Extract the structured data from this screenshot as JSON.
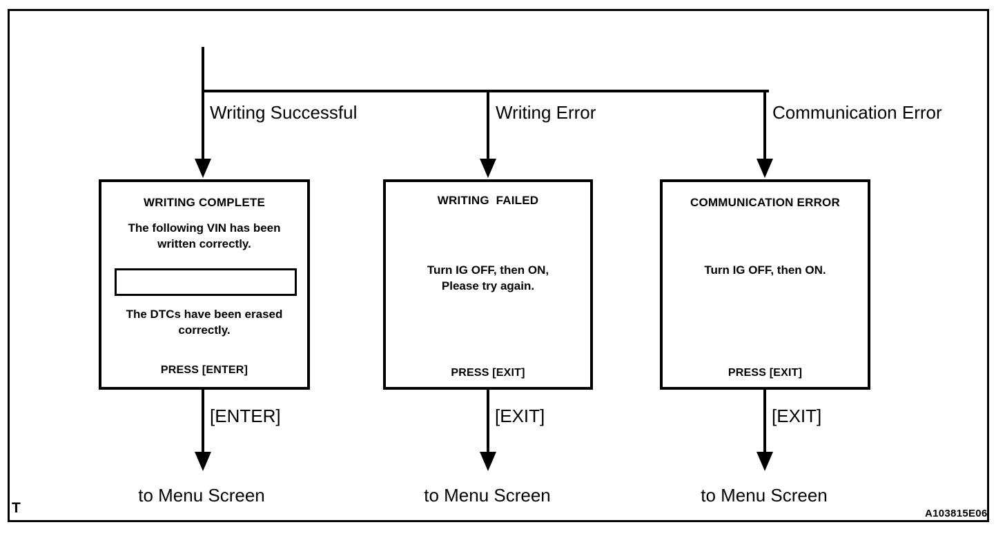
{
  "diagram": {
    "reference_code": "A103815E06",
    "corner_marker": "T",
    "branches": [
      {
        "label": "Writing Successful"
      },
      {
        "label": "Writing Error"
      },
      {
        "label": "Communication Error"
      }
    ],
    "screens": [
      {
        "title": "WRITING COMPLETE",
        "body_above_field": "The following VIN has been\nwritten correctly.",
        "field_value": "",
        "body_below_field": "The DTCs have been erased\ncorrectly.",
        "footer": "PRESS [ENTER]"
      },
      {
        "title": "WRITING  FAILED",
        "body": "Turn IG OFF, then ON,\nPlease try again.",
        "footer": "PRESS [EXIT]"
      },
      {
        "title": "COMMUNICATION ERROR",
        "body": "Turn IG OFF, then ON.",
        "footer": "PRESS [EXIT]"
      }
    ],
    "key_actions": [
      {
        "label": "[ENTER]"
      },
      {
        "label": "[EXIT]"
      },
      {
        "label": "[EXIT]"
      }
    ],
    "terminals": [
      {
        "label": "to Menu Screen"
      },
      {
        "label": "to Menu Screen"
      },
      {
        "label": "to Menu Screen"
      }
    ]
  }
}
